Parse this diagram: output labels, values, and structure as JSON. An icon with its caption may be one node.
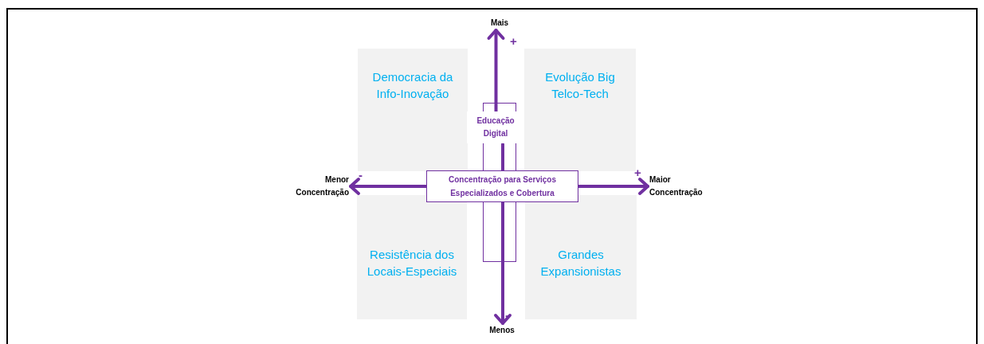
{
  "diagram": {
    "nodes": [
      {
        "text": [
          "Mais"
        ]
      },
      {
        "text": [
          "Democracia da Info-Inovação"
        ]
      },
      {
        "text": [
          "Evolução Big Telco-Tech"
        ]
      },
      {
        "text": [
          "Educação Digital"
        ]
      },
      {
        "text": [
          "Menor Concentração"
        ]
      },
      {
        "text": [
          "Concentração para Serviços Especializados e Cobertura"
        ]
      },
      {
        "text": [
          "Maior Concentração"
        ]
      },
      {
        "text": [
          "Resistência dos Locais-Especiais"
        ]
      },
      {
        "text": [
          "Grandes Expansionistas"
        ]
      },
      {
        "text": [
          "Menos"
        ]
      }
    ],
    "edges": [
      {
        "from": 5,
        "to": 3,
        "arrow": "none"
      },
      {
        "from": 3,
        "to": 0,
        "arrow": "to"
      },
      {
        "from": 5,
        "to": 4,
        "arrow": "to"
      },
      {
        "from": 5,
        "to": 6,
        "arrow": "to"
      },
      {
        "from": 5,
        "to": 9,
        "arrow": "to"
      }
    ],
    "labels": [
      "+",
      "-",
      "+",
      "-"
    ]
  }
}
